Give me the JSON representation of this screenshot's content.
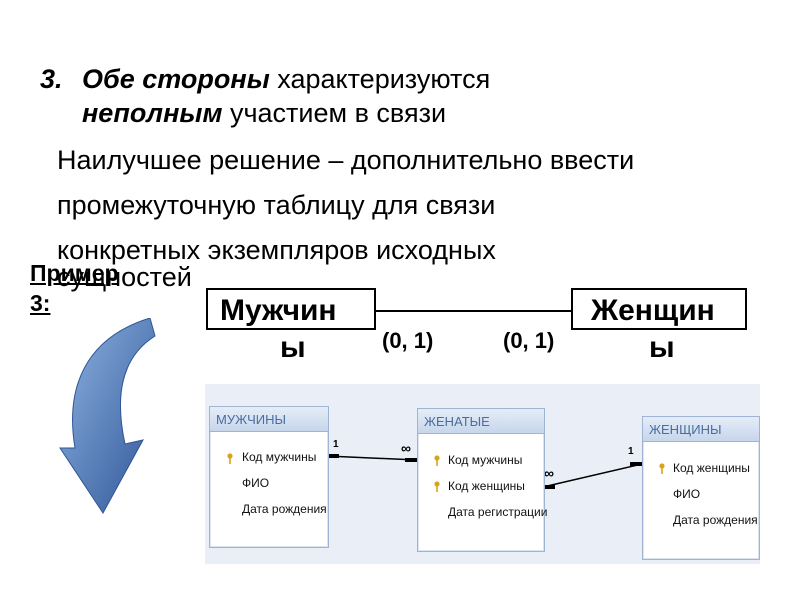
{
  "heading": {
    "number": "3.",
    "line1_bold": "Обе стороны",
    "line1_rest": " характеризуются",
    "line2_bold": "неполным",
    "line2_rest": " участием в связи"
  },
  "paragraph": {
    "lines": [
      "Наилучшее решение – дополнительно ввести",
      "промежуточную таблицу для связи",
      "конкретных экземпляров исходных",
      "сущностей"
    ]
  },
  "example": {
    "line1": "Пример",
    "line2": "3:"
  },
  "er": {
    "left_entity": {
      "name": "Мужчин",
      "wrap": "ы"
    },
    "right_entity": {
      "name": "Женщин",
      "wrap": "ы"
    },
    "left_card": "(0, 1)",
    "right_card": "(0, 1)"
  },
  "db": {
    "tables": [
      {
        "name": "МУЖЧИНЫ",
        "fields": [
          {
            "label": "Код мужчины",
            "key": true
          },
          {
            "label": "ФИО",
            "key": false
          },
          {
            "label": "Дата рождения",
            "key": false
          }
        ]
      },
      {
        "name": "ЖЕНАТЫЕ",
        "fields": [
          {
            "label": "Код мужчины",
            "key": true
          },
          {
            "label": "Код женщины",
            "key": true
          },
          {
            "label": "Дата регистрации",
            "key": false
          }
        ]
      },
      {
        "name": "ЖЕНЩИНЫ",
        "fields": [
          {
            "label": "Код женщины",
            "key": true
          },
          {
            "label": "ФИО",
            "key": false
          },
          {
            "label": "Дата рождения",
            "key": false
          }
        ]
      }
    ],
    "rel1": {
      "one": "1",
      "many": "∞"
    },
    "rel2": {
      "one": "1",
      "many": "∞"
    }
  },
  "colors": {
    "arrow_dark": "#2f5597",
    "arrow_light": "#8fb4e3"
  }
}
